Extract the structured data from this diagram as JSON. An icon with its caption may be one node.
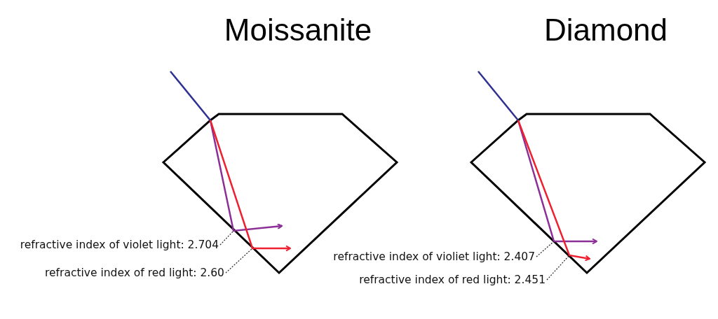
{
  "diagram": {
    "nodes": [
      {
        "text": [
          "Moissanite"
        ]
      },
      {
        "text": [
          "Diamond"
        ]
      },
      {
        "text": [
          "refractive index of violet light: 2.704"
        ]
      },
      {
        "text": [
          "refractive index of red light: 2.60"
        ]
      },
      {
        "text": [
          "refractive index of violiet light: 2.407"
        ]
      },
      {
        "text": [
          "refractive index of red light: 2.451"
        ]
      }
    ],
    "edges": [
      {
        "from": 2,
        "to": 0,
        "arrow": "none",
        "style": "dashed"
      },
      {
        "from": 3,
        "to": 0,
        "arrow": "none",
        "style": "dashed"
      },
      {
        "from": 4,
        "to": 1,
        "arrow": "none",
        "style": "dashed"
      },
      {
        "from": 5,
        "to": 1,
        "arrow": "none",
        "style": "dashed"
      }
    ]
  }
}
